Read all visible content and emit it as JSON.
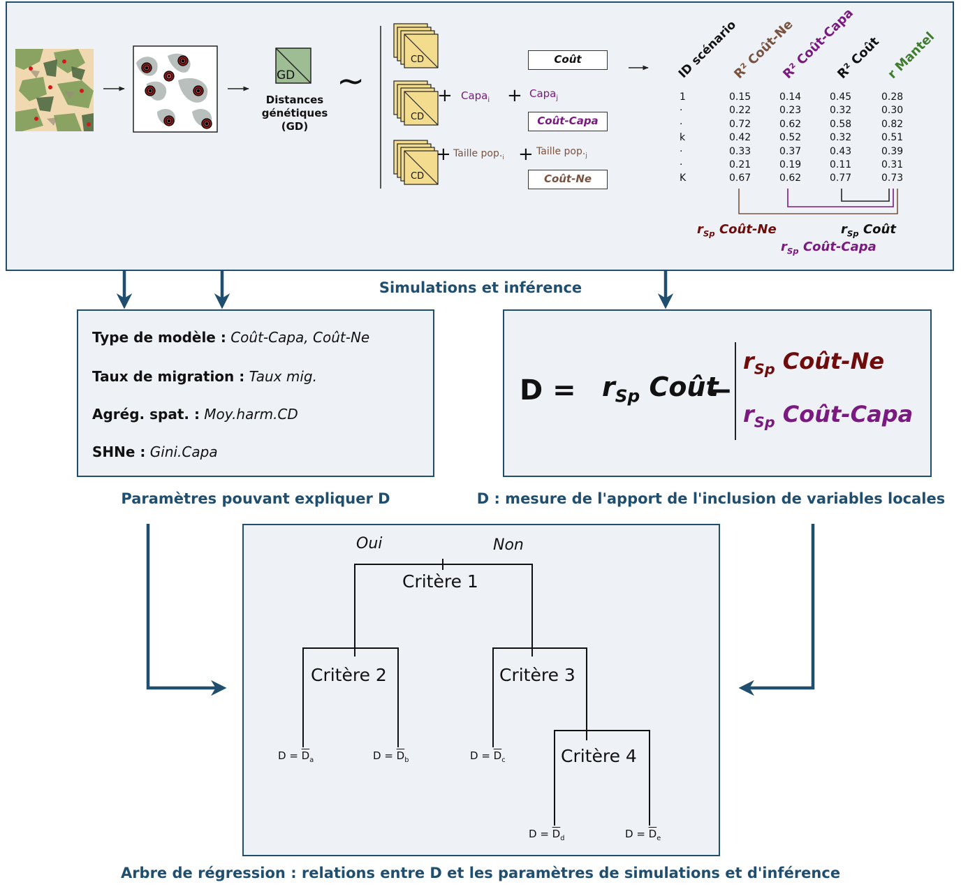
{
  "top_panel": {
    "gd_label": "GD",
    "distances_label": [
      "Distances",
      "génétiques",
      "(GD)"
    ],
    "tilde": "∼",
    "cd_label": "CD",
    "plus": "+",
    "capa_i": "Capa",
    "capa_i_sub": "i",
    "capa_j": "Capa",
    "capa_j_sub": "j",
    "taille_i": "Taille pop.",
    "taille_i_sub": "i",
    "taille_j": "Taille pop.",
    "taille_j_sub": "j",
    "model_cout": "Coût",
    "model_cout_capa": "Coût-Capa",
    "model_cout_ne": "Coût-Ne",
    "table_headers": [
      "ID scénario",
      "R² Coût-Ne",
      "R² Coût-Capa",
      "R² Coût",
      "r Mantel"
    ],
    "table": {
      "ids": [
        "1",
        "·",
        "·",
        "k",
        "·",
        "·",
        "K"
      ],
      "r2_cout_ne": [
        "0.15",
        "0.22",
        "0.72",
        "0.42",
        "0.33",
        "0.21",
        "0.67"
      ],
      "r2_cout_capa": [
        "0.14",
        "0.23",
        "0.62",
        "0.52",
        "0.37",
        "0.19",
        "0.62"
      ],
      "r2_cout": [
        "0.45",
        "0.32",
        "0.58",
        "0.32",
        "0.43",
        "0.11",
        "0.77"
      ],
      "r_mantel": [
        "0.28",
        "0.30",
        "0.82",
        "0.51",
        "0.39",
        "0.31",
        "0.73"
      ]
    },
    "rsp": "r",
    "rsp_sub": "Sp",
    "rsp_cout_ne": "Coût-Ne",
    "rsp_cout": "Coût",
    "rsp_cout_capa": "Coût-Capa"
  },
  "caption_top": "Simulations et inférence",
  "params_panel": {
    "lines": [
      {
        "key": "Type de modèle :",
        "value": "Coût-Capa, Coût-Ne"
      },
      {
        "key": "Taux de migration :",
        "value": "Taux mig."
      },
      {
        "key": "Agrég. spat. :",
        "value": "Moy.harm.CD"
      },
      {
        "key": "SHNe :",
        "value": "Gini.Capa"
      }
    ]
  },
  "caption_params": "Paramètres pouvant expliquer D",
  "formula_panel": {
    "d_eq": "D =",
    "r": "r",
    "sub": "Sp",
    "cout": "Coût",
    "minus": "−",
    "cout_ne": "Coût-Ne",
    "cout_capa": "Coût-Capa"
  },
  "caption_formula": "D : mesure de l'apport de l'inclusion de variables locales",
  "tree": {
    "oui": "Oui",
    "non": "Non",
    "c1": "Critère 1",
    "c2": "Critère 2",
    "c3": "Critère 3",
    "c4": "Critère 4",
    "leaf_prefix": "D = ",
    "leaf_d": "D",
    "leaves": [
      "a",
      "b",
      "c",
      "d",
      "e"
    ]
  },
  "caption_tree": "Arbre de régression : relations entre D et les paramètres de simulations et d'inférence",
  "colors": {
    "frame": "#1f4e6e",
    "panel_bg": "#eef1f5",
    "brown": "#7a5340",
    "purple": "#7a1a80",
    "dark_red": "#6e0b0b",
    "green": "#3e7d2e",
    "cd_yellow": "#f3dc8e"
  }
}
